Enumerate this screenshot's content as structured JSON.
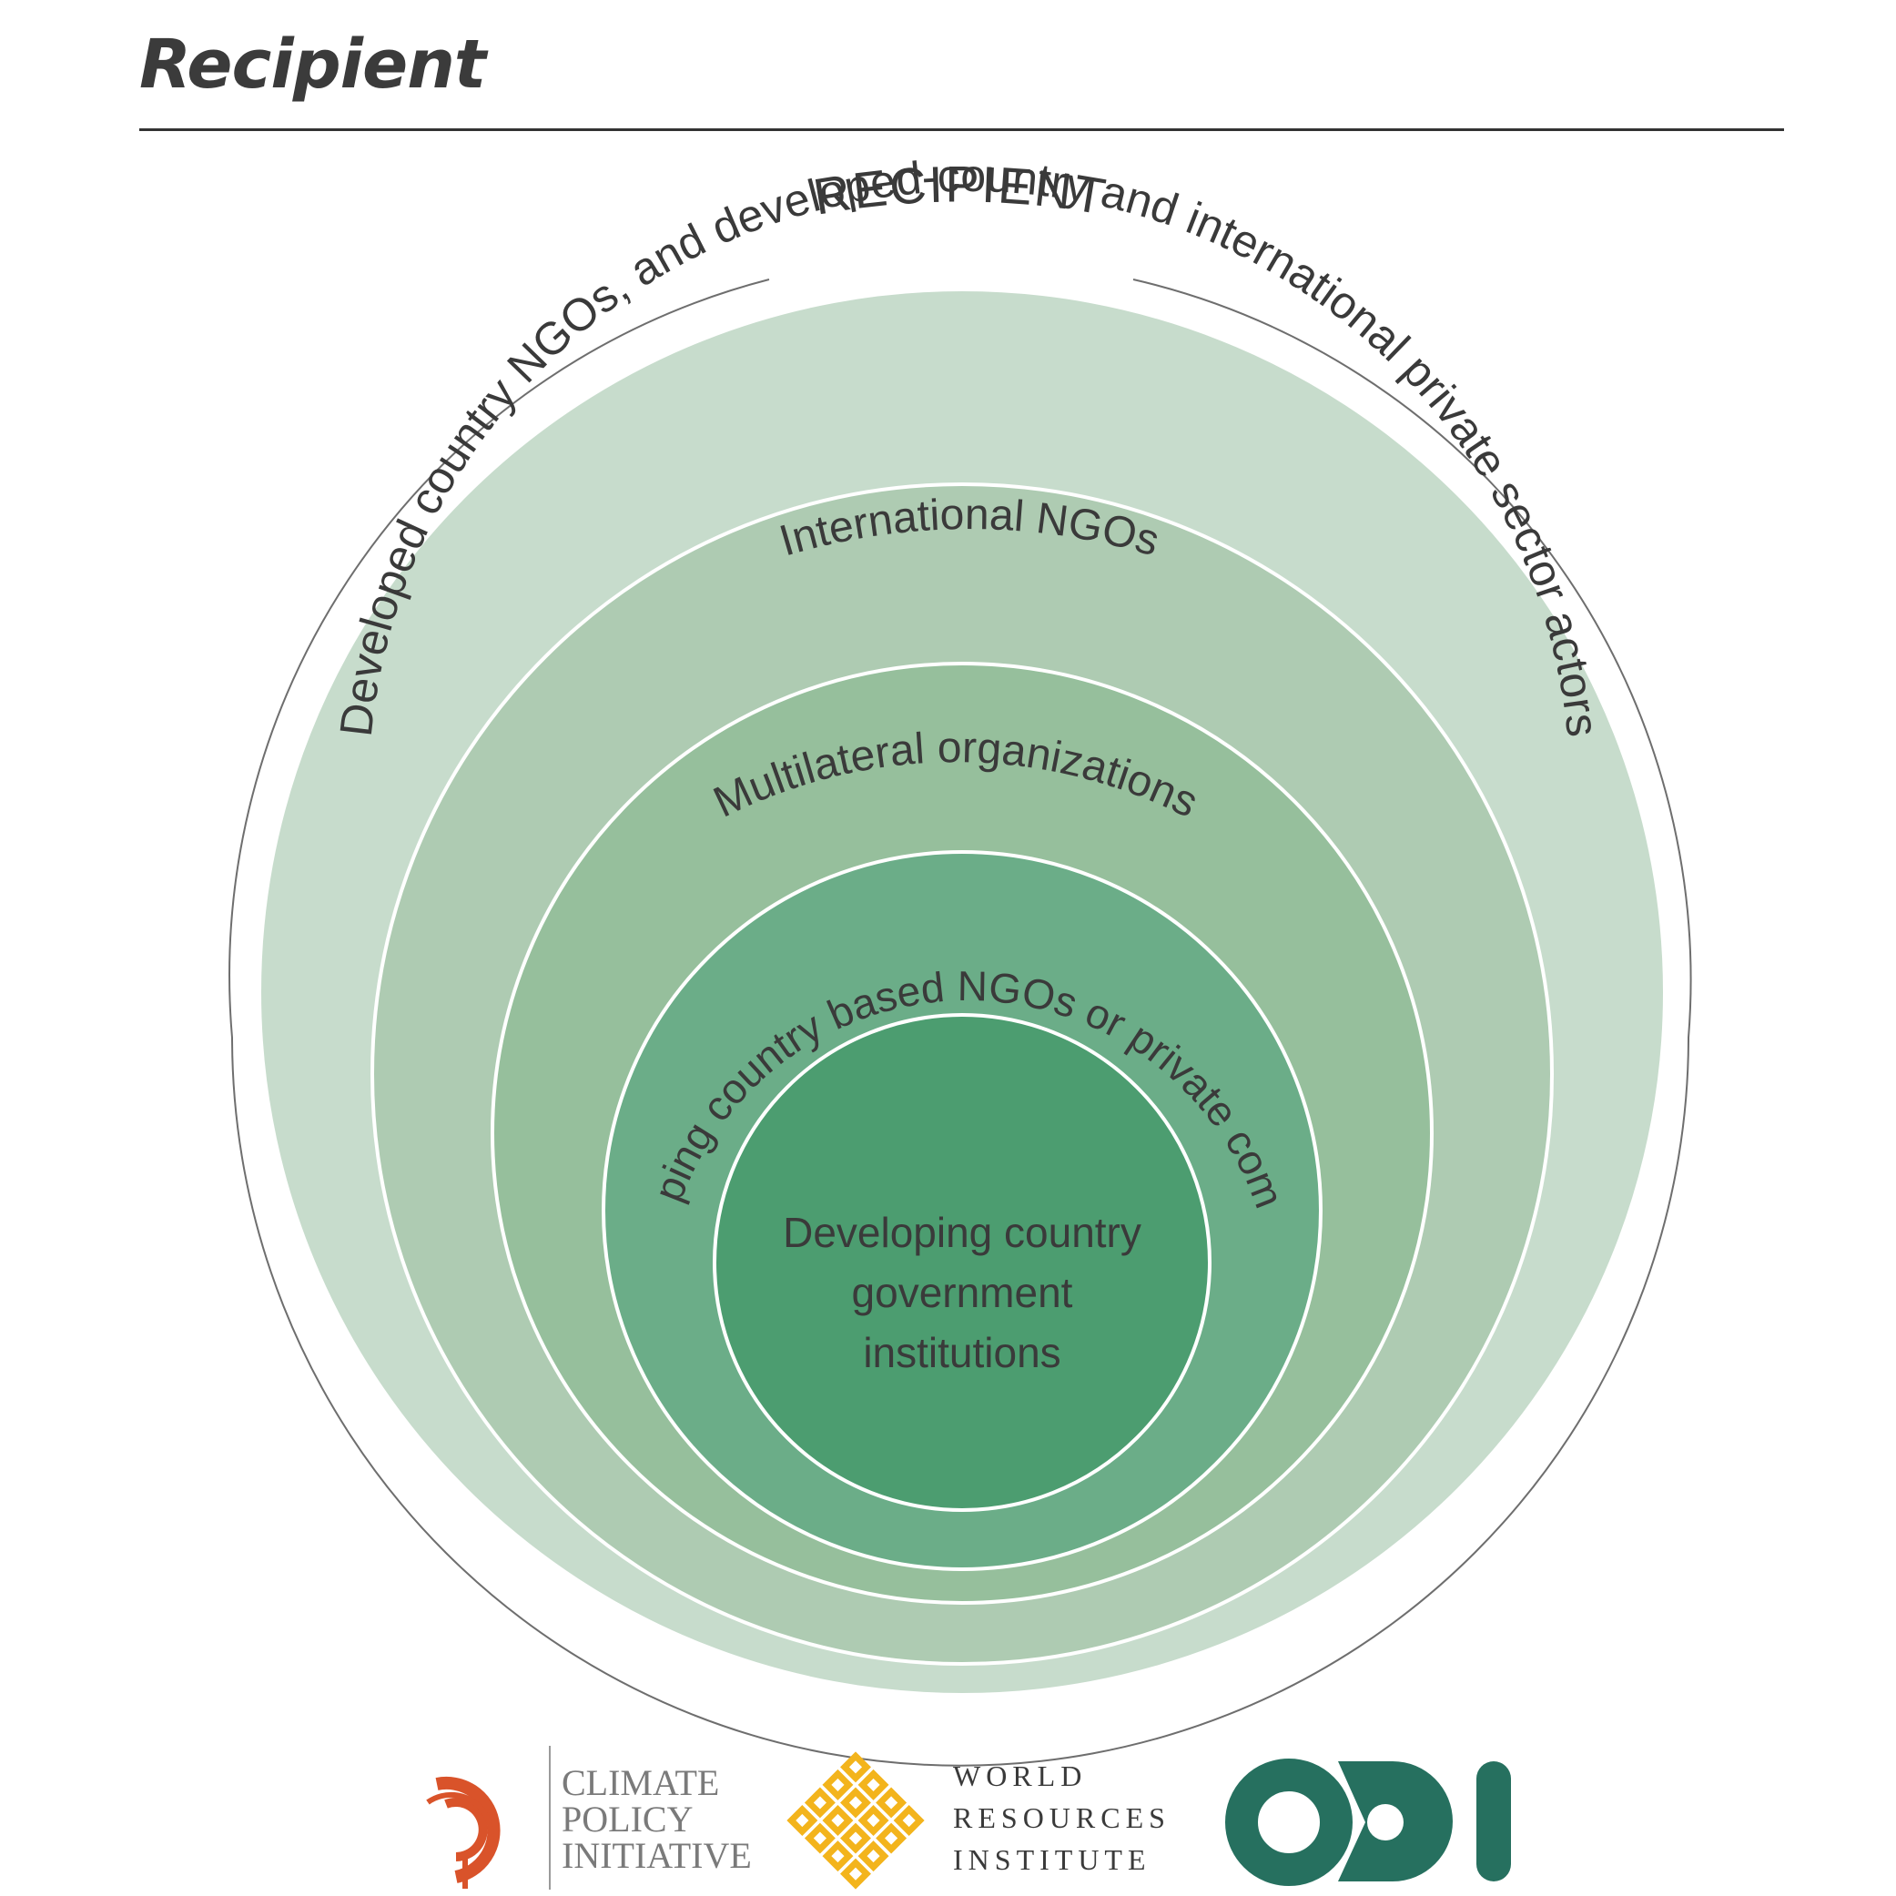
{
  "page": {
    "title": "Recipient"
  },
  "diagram": {
    "heading": "RECIPIENT",
    "rings": [
      {
        "label": "Developed country NGOs, and developed-country and international private sector actors",
        "color": "#c7dccc"
      },
      {
        "label": "International NGOs",
        "color": "#aecbb2"
      },
      {
        "label": "Multilateral organizations",
        "color": "#96bf9c"
      },
      {
        "label": "Developing country based NGOs or private companies",
        "color": "#6bad88"
      }
    ],
    "core": {
      "lines": [
        "Developing country",
        "government",
        "institutions"
      ],
      "color": "#4c9d70"
    }
  },
  "logos": {
    "cpi": {
      "lines": [
        "CLIMATE",
        "POLICY",
        "INITIATIVE"
      ],
      "color": "#d9532a",
      "text_color": "#7a7a7a"
    },
    "wri": {
      "lines": [
        "WORLD",
        "RESOURCES",
        "INSTITUTE"
      ],
      "color": "#f3b41c",
      "text_color": "#3a3a3a"
    },
    "odi": {
      "mark": "ODI",
      "color": "#26705f"
    }
  }
}
